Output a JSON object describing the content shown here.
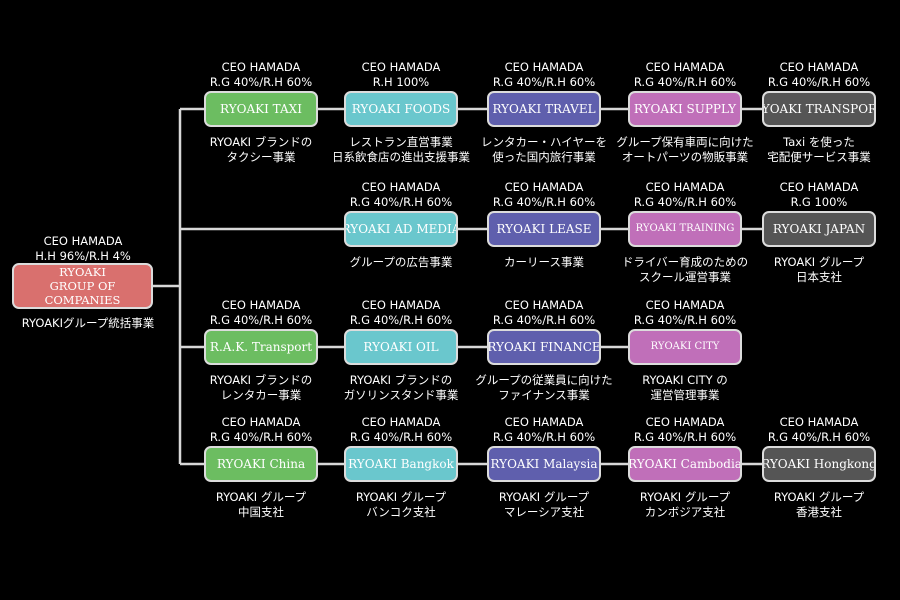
{
  "colors": {
    "background": "#000000",
    "connector": "#d8d8d8",
    "root": "#d9706e",
    "green": "#6cbd61",
    "teal": "#6ac7cd",
    "blue": "#5f5fad",
    "pink": "#c06fb9",
    "gray": "#555555"
  },
  "root": {
    "header": "CEO HAMADA\nH.H 96%/R.H  4%",
    "label": "RYOAKI\nGROUP OF COMPANIES",
    "description": "RYOAKIグループ統括事業"
  },
  "rows": [
    {
      "nodes": [
        {
          "header": "CEO HAMADA\nR.G 40%/R.H 60%",
          "label": "RYOAKI TAXI",
          "description": "RYOAKI ブランドの\nタクシー事業"
        },
        {
          "header": "CEO HAMADA\nR.H 100%",
          "label": "RYOAKI FOODS",
          "description": "レストラン直営事業\n日系飲食店の進出支援事業"
        },
        {
          "header": "CEO HAMADA\nR.G 40%/R.H 60%",
          "label": "RYOAKI TRAVEL",
          "description": "レンタカー・ハイヤーを\n使った国内旅行事業"
        },
        {
          "header": "CEO HAMADA\nR.G 40%/R.H 60%",
          "label": "RYOAKI SUPPLY",
          "description": "グループ保有車両に向けた\nオートパーツの物販事業"
        },
        {
          "header": "CEO HAMADA\nR.G 40%/R.H 60%",
          "label": "RYOAKI TRANSPORT",
          "description": "Taxi を使った\n宅配便サービス事業"
        }
      ]
    },
    {
      "nodes": [
        null,
        {
          "header": "CEO HAMADA\nR.G 40%/R.H 60%",
          "label": "RYOAKI AD MEDIA",
          "description": "グループの広告事業"
        },
        {
          "header": "CEO HAMADA\nR.G 40%/R.H 60%",
          "label": "RYOAKI LEASE",
          "description": "カーリース事業"
        },
        {
          "header": "CEO HAMADA\nR.G 40%/R.H 60%",
          "label": "RYOAKI TRAINING",
          "description": "ドライバー育成のための\nスクール運営事業"
        },
        {
          "header": "CEO HAMADA\nR.G 100%",
          "label": "RYOAKI JAPAN",
          "description": "RYOAKI グループ\n日本支社"
        }
      ]
    },
    {
      "nodes": [
        {
          "header": "CEO HAMADA\nR.G 40%/R.H 60%",
          "label": "R.A.K. Transport",
          "description": "RYOAKI ブランドの\nレンタカー事業"
        },
        {
          "header": "CEO HAMADA\nR.G 40%/R.H 60%",
          "label": "RYOAKI OIL",
          "description": "RYOAKI ブランドの\nガソリンスタンド事業"
        },
        {
          "header": "CEO HAMADA\nR.G 40%/R.H 60%",
          "label": "RYOAKI FINANCE",
          "description": "グループの従業員に向けた\nファイナンス事業"
        },
        {
          "header": "CEO HAMADA\nR.G 40%/R.H 60%",
          "label": "RYOAKI CITY",
          "description": "RYOAKI CITY の\n運営管理事業"
        },
        null
      ]
    },
    {
      "nodes": [
        {
          "header": "CEO HAMADA\nR.G 40%/R.H 60%",
          "label": "RYOAKI China",
          "description": "RYOAKI グループ\n中国支社"
        },
        {
          "header": "CEO HAMADA\nR.G 40%/R.H 60%",
          "label": "RYOAKI Bangkok",
          "description": "RYOAKI グループ\nバンコク支社"
        },
        {
          "header": "CEO HAMADA\nR.G 40%/R.H 60%",
          "label": "RYOAKI Malaysia",
          "description": "RYOAKI グループ\nマレーシア支社"
        },
        {
          "header": "CEO HAMADA\nR.G 40%/R.H 60%",
          "label": "RYOAKI Cambodia",
          "description": "RYOAKI グループ\nカンボジア支社"
        },
        {
          "header": "CEO HAMADA\nR.G 40%/R.H 60%",
          "label": "RYOAKI Hongkong",
          "description": "RYOAKI グループ\n香港支社"
        }
      ]
    }
  ]
}
